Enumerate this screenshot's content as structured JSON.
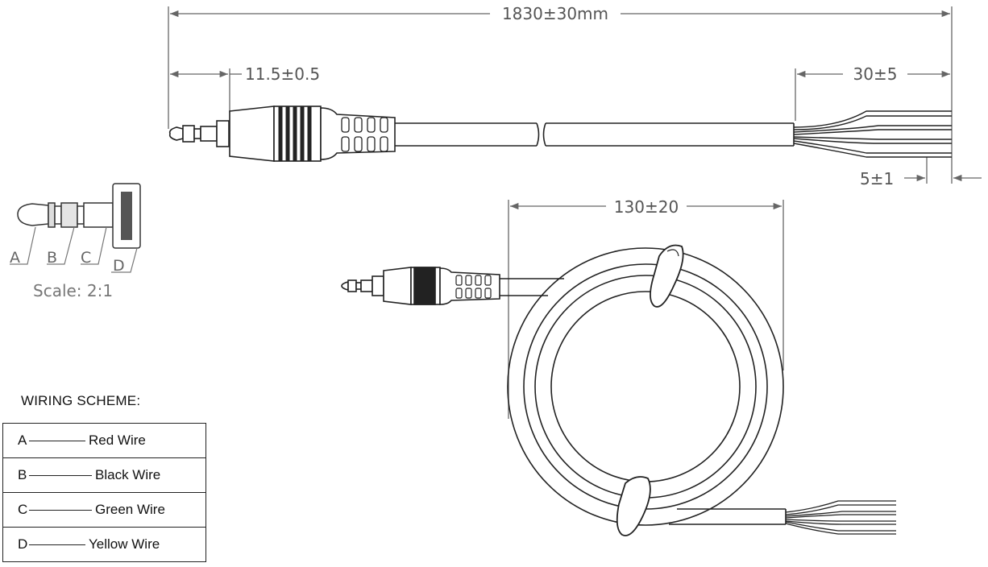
{
  "dimensions": {
    "total_length": "1830±30mm",
    "plug_tip": "11.5±0.5",
    "strip_length": "30±5",
    "tin_length": "5±1",
    "coil_diameter": "130±20"
  },
  "plug_detail": {
    "labels": [
      "A",
      "B",
      "C",
      "D"
    ],
    "scale": "Scale: 2:1"
  },
  "wiring": {
    "title": "WIRING SCHEME:",
    "rows": [
      {
        "pin": "A",
        "wire": "Red Wire"
      },
      {
        "pin": "B",
        "wire": "Black Wire"
      },
      {
        "pin": "C",
        "wire": "Green Wire"
      },
      {
        "pin": "D",
        "wire": "Yellow Wire"
      }
    ]
  }
}
